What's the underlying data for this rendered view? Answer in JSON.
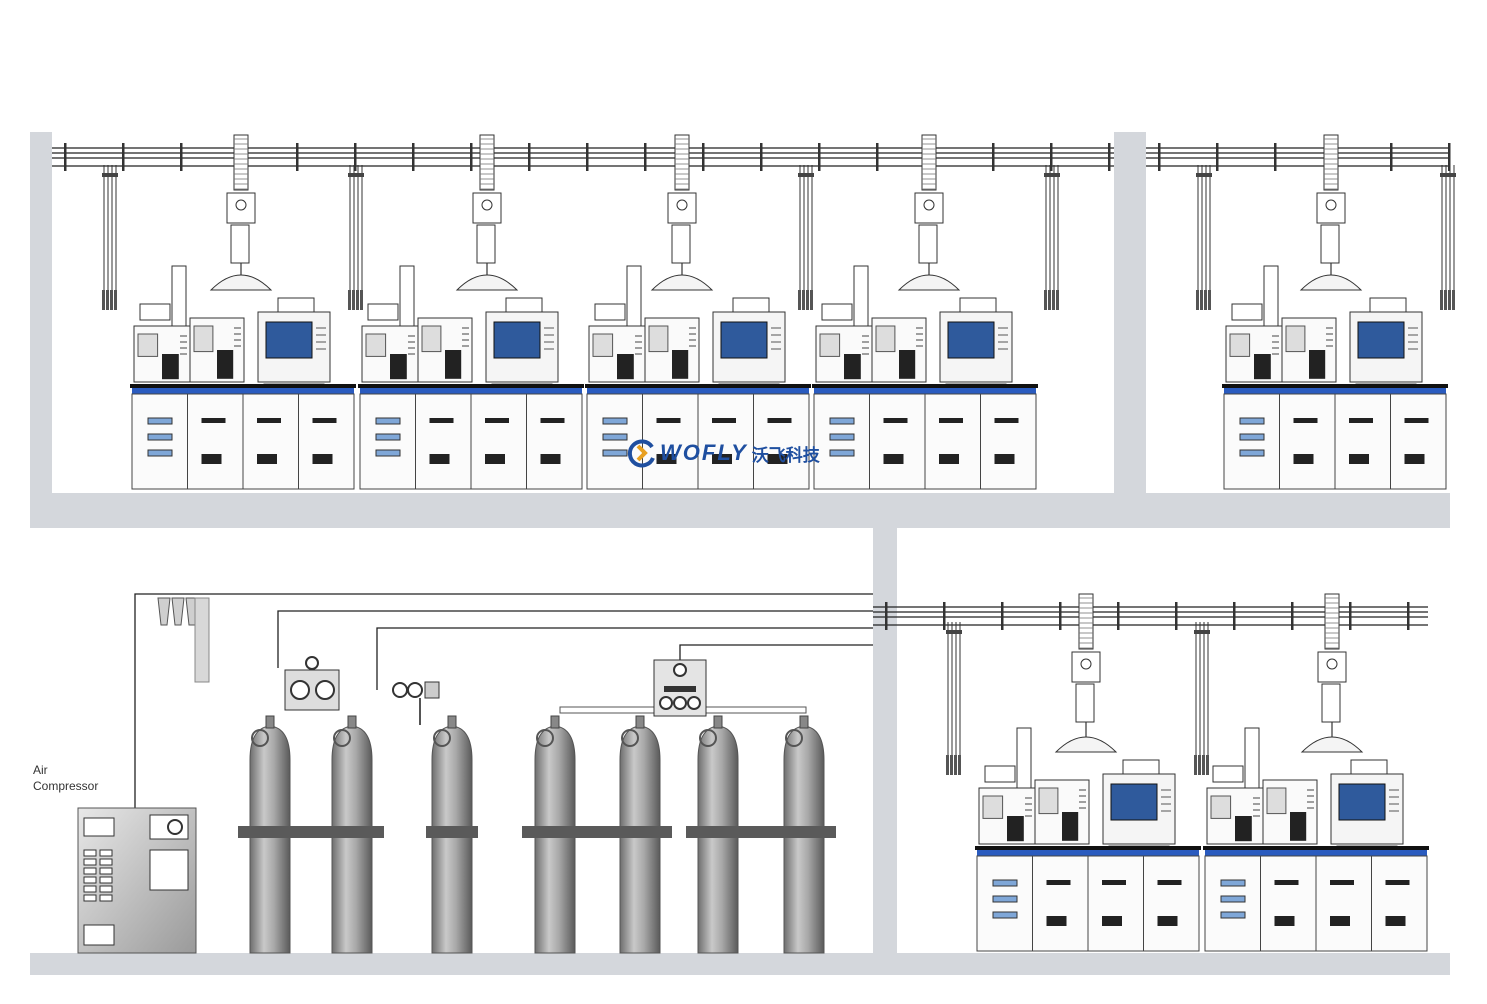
{
  "labels": {
    "air_compressor_line1": "Air",
    "air_compressor_line2": "Compressor"
  },
  "logo": {
    "text": "WOFLY",
    "text_cn": "沃飞科技",
    "color": "#1f4fa0"
  },
  "colors": {
    "wall": "#d4d7dc",
    "bench_top": "#2a5bbf",
    "monitor": "#2f5a9c",
    "cylinder": "#9a9a9a",
    "line": "#222222"
  },
  "rooms": {
    "upper_left_workstations": 4,
    "upper_right_workstations": 1,
    "lower_right_workstations": 2
  },
  "gas_cylinders": {
    "groups": [
      2,
      1,
      2,
      2
    ]
  }
}
